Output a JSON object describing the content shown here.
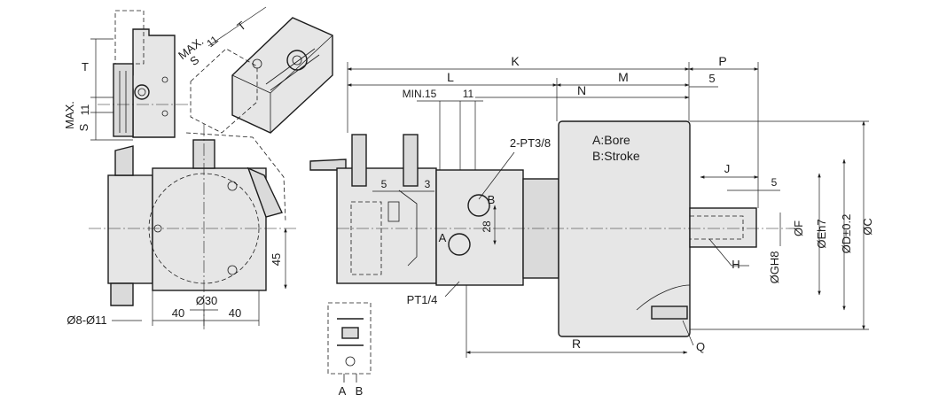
{
  "top_view": {
    "dim_max": "MAX.",
    "dim_s": "S",
    "dim_11": "11",
    "dim_t": "T"
  },
  "iso_view": {
    "dim_max": "MAX.",
    "dim_s": "S",
    "dim_11": "11",
    "dim_t": "T"
  },
  "front_view": {
    "dim_phi8_phi11": "Ø8-Ø11",
    "dim_40_left": "40",
    "dim_phi30": "Ø30",
    "dim_40_right": "40",
    "dim_45": "45"
  },
  "schematic": {
    "label_a": "A",
    "label_b": "B"
  },
  "side_view": {
    "dim_k": "K",
    "dim_l": "L",
    "dim_m": "M",
    "dim_n": "N",
    "dim_p": "P",
    "dim_5_top": "5",
    "dim_min15": "MIN.15",
    "dim_11": "11",
    "dim_5_inner": "5",
    "dim_3": "3",
    "port_label": "2-PT3/8",
    "legend_a": "A:Bore",
    "legend_b": "B:Stroke",
    "port_b": "B",
    "port_a": "A",
    "dim_28": "28",
    "dim_j": "J",
    "dim_5_shaft": "5",
    "dim_phi_f": "ØF",
    "dim_phi_eh7": "ØEh7",
    "dim_phi_d": "ØD±0.2",
    "dim_phi_c": "ØC",
    "dim_h": "H",
    "dim_phi_gh8": "ØGH8",
    "pt14": "PT1/4",
    "dim_r": "R",
    "dim_q": "Q"
  }
}
